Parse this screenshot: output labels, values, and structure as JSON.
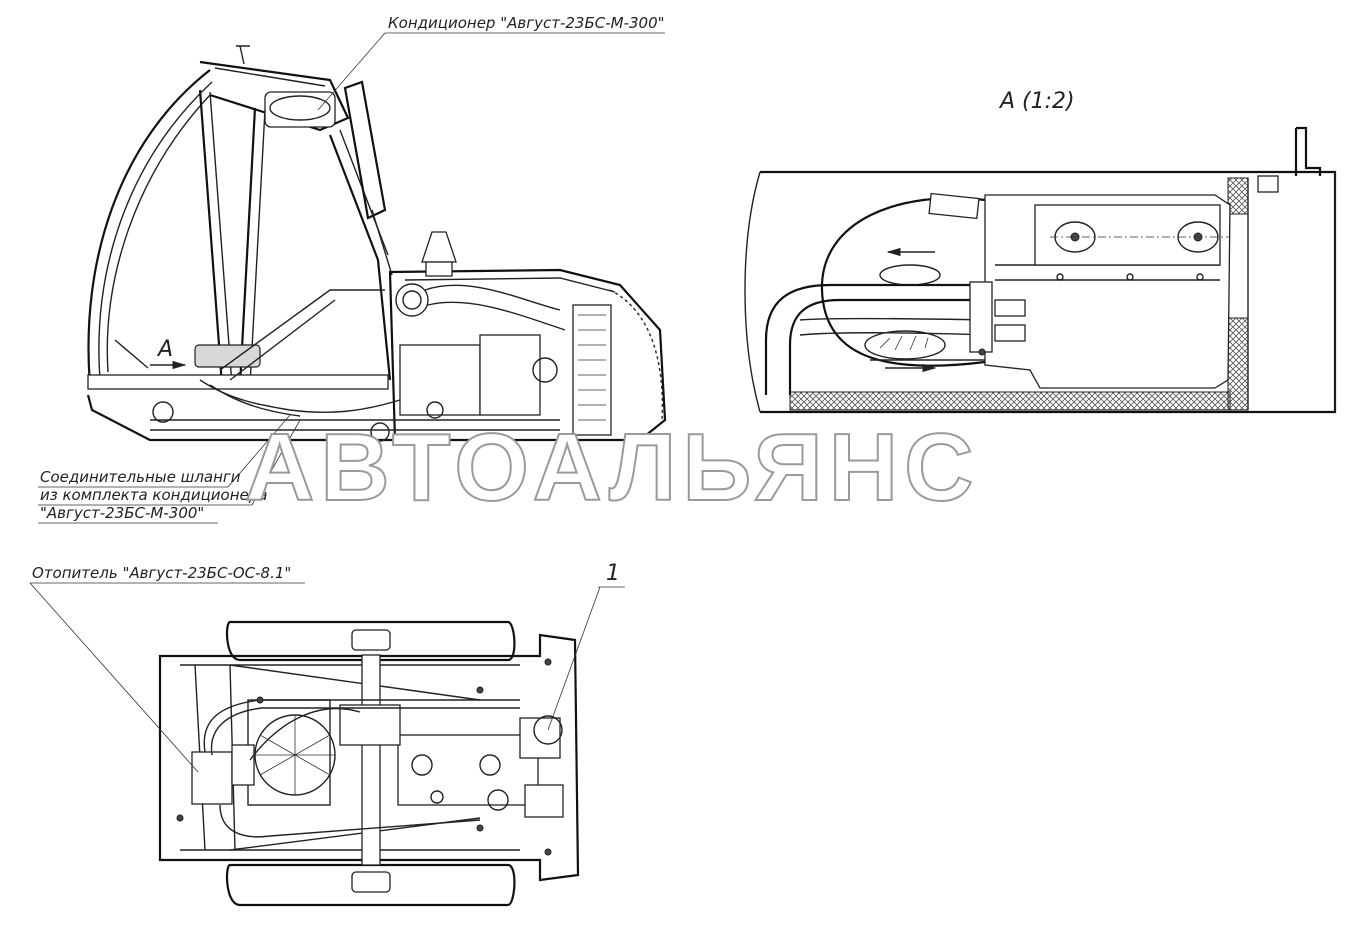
{
  "labels": {
    "conditioner": "Кондиционер \"Август-23БС-М-300\"",
    "hoses_line1": "Соединительные шланги",
    "hoses_line2": "из комплекта кондиционера",
    "hoses_line3": "\"Август-23БС-М-300\"",
    "heater": "Отопитель \"Август-23БС-ОС-8.1\"",
    "callout_1": "1",
    "view_a": "А",
    "detail_title": "А (1:2)",
    "watermark": "АВТОАЛЬЯНС"
  },
  "icons": {
    "arrow_left": "arrow-left-icon",
    "arrow_right": "arrow-right-icon"
  },
  "colors": {
    "line": "#222222",
    "hatch": "#555555",
    "watermark_stroke": "#9a9a9a",
    "background": "#ffffff"
  }
}
